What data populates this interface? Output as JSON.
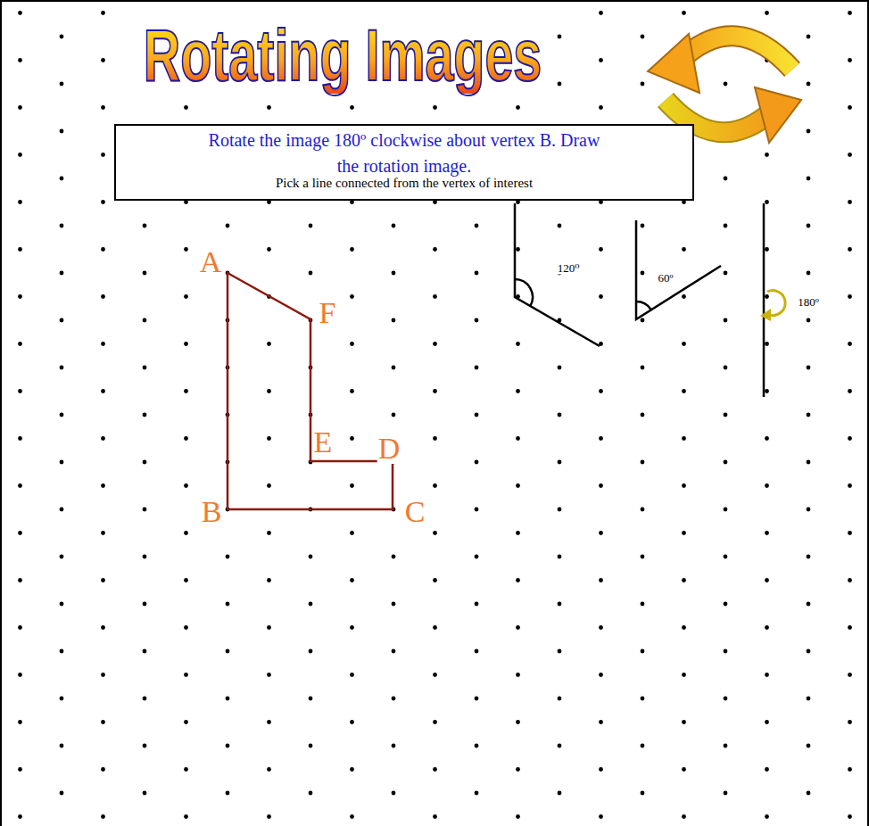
{
  "diagram": {
    "title": "Rotating Images",
    "nodes": [
      {
        "text": [
          "Rotate the image 180º clockwise about vertex B. Draw the rotation image.",
          "Pick a line connected from the vertex of interest"
        ]
      }
    ],
    "labels": [
      "A",
      "F",
      "E",
      "D",
      "C",
      "B",
      "120⁰",
      "60º",
      "180º"
    ]
  }
}
